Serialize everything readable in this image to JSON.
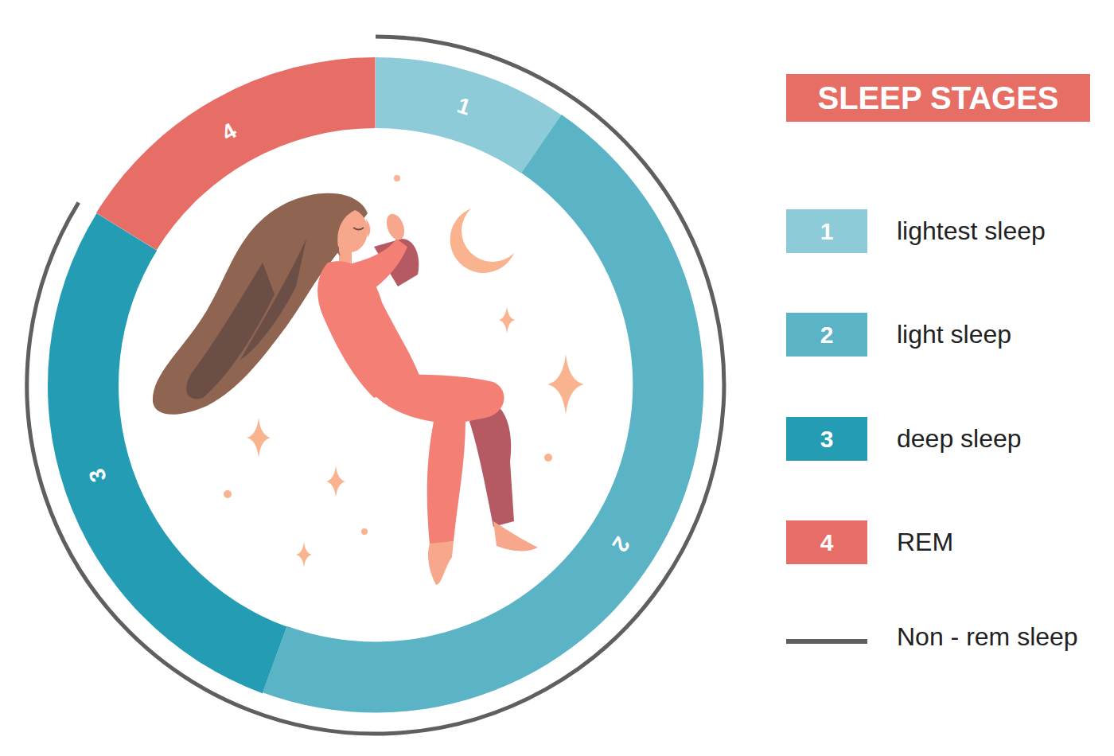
{
  "diagram": {
    "title": "SLEEP STAGES",
    "nodes": [
      {
        "text": [
          "1"
        ]
      },
      {
        "text": [
          "2"
        ]
      },
      {
        "text": [
          "3"
        ]
      },
      {
        "text": [
          "4"
        ]
      }
    ],
    "labels": [
      "1",
      "2",
      "3",
      "4"
    ],
    "legend": [
      {
        "text": "lightest sleep",
        "color": "#8ccbd7"
      },
      {
        "text": "light sleep",
        "color": "#5bb4c6"
      },
      {
        "text": "deep sleep",
        "color": "#249db4"
      },
      {
        "text": "REM",
        "color": "#e66e66"
      },
      {
        "text": "Non - rem sleep"
      }
    ]
  }
}
